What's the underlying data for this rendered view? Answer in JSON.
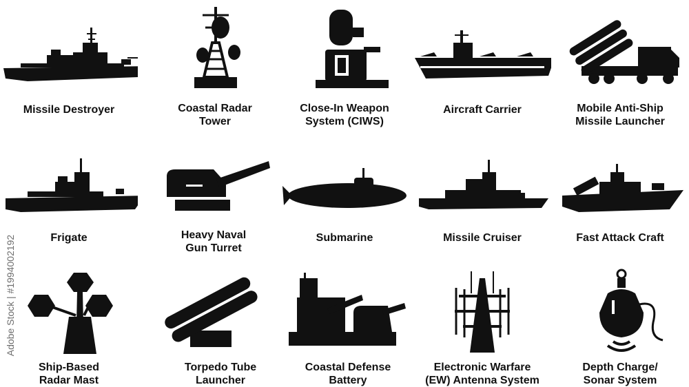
{
  "icons": [
    {
      "lines": [
        "Missile Destroyer"
      ],
      "icon": "missile-destroyer-icon"
    },
    {
      "lines": [
        "Coastal Radar",
        "Tower"
      ],
      "icon": "coastal-radar-tower-icon"
    },
    {
      "lines": [
        "Close-In Weapon",
        "System (CIWS)"
      ],
      "icon": "ciws-icon"
    },
    {
      "lines": [
        "Aircraft Carrier"
      ],
      "icon": "aircraft-carrier-icon"
    },
    {
      "lines": [
        "Mobile Anti-Ship",
        "Missile Launcher"
      ],
      "icon": "mobile-missile-launcher-icon"
    },
    {
      "lines": [
        "Frigate"
      ],
      "icon": "frigate-icon"
    },
    {
      "lines": [
        "Heavy Naval",
        "Gun Turret"
      ],
      "icon": "naval-gun-turret-icon"
    },
    {
      "lines": [
        "Submarine"
      ],
      "icon": "submarine-icon"
    },
    {
      "lines": [
        "Missile Cruiser"
      ],
      "icon": "missile-cruiser-icon"
    },
    {
      "lines": [
        "Fast Attack Craft"
      ],
      "icon": "fast-attack-craft-icon"
    },
    {
      "lines": [
        "Ship-Based",
        "Radar Mast"
      ],
      "icon": "radar-mast-icon"
    },
    {
      "lines": [
        "Torpedo Tube",
        "Launcher"
      ],
      "icon": "torpedo-tube-launcher-icon"
    },
    {
      "lines": [
        "Coastal Defense",
        "Battery"
      ],
      "icon": "coastal-defense-battery-icon"
    },
    {
      "lines": [
        "Electronic Warfare",
        "(EW) Antenna System"
      ],
      "icon": "ew-antenna-icon"
    },
    {
      "lines": [
        "Depth Charge/",
        "Sonar System"
      ],
      "icon": "depth-charge-sonar-icon"
    }
  ],
  "watermark": "Adobe Stock | #1994002192",
  "colors": {
    "icon": "#111111",
    "background": "#ffffff"
  }
}
